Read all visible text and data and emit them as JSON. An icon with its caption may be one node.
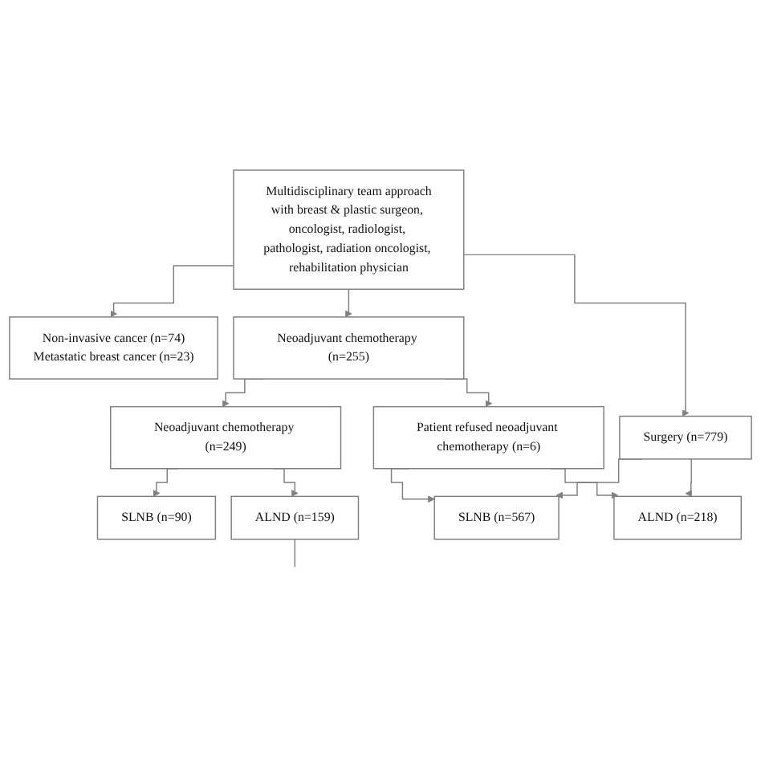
{
  "diagram": {
    "nodes": [
      {
        "text": [
          "Multidisciplinary team approach",
          "with breast & plastic surgeon, oncologist, radiologist, pathologist, radiation oncologist, rehabilitation physician"
        ]
      },
      {
        "text": [
          "Non-invasive cancer (n=74)",
          "Metastatic breast cancer (n=23)"
        ]
      },
      {
        "text": [
          "Neoadjuvant chemotherapy (n=255)"
        ]
      },
      {
        "text": [
          "Surgery (n=779)"
        ]
      },
      {
        "text": [
          "Neoadjuvant chemotherapy (n=249)"
        ]
      },
      {
        "text": [
          "Patient refused neoadjuvant chemotherapy (n=6)"
        ]
      },
      {
        "text": [
          "SLNB (n=90)"
        ]
      },
      {
        "text": [
          "ALND (n=159)"
        ]
      },
      {
        "text": [
          "SLNB (n=567)"
        ]
      },
      {
        "text": [
          "ALND (n=218)"
        ]
      }
    ],
    "edges": [
      {
        "from": 0,
        "to": 1,
        "arrow": "to"
      },
      {
        "from": 0,
        "to": 2,
        "arrow": "to"
      },
      {
        "from": 0,
        "to": 3,
        "arrow": "to"
      },
      {
        "from": 2,
        "to": 4,
        "arrow": "to"
      },
      {
        "from": 2,
        "to": 5,
        "arrow": "to"
      },
      {
        "from": 4,
        "to": 6,
        "arrow": "to"
      },
      {
        "from": 4,
        "to": 7,
        "arrow": "to"
      },
      {
        "from": 3,
        "to": 8,
        "arrow": "to"
      },
      {
        "from": 3,
        "to": 9,
        "arrow": "to"
      },
      {
        "from": 5,
        "to": 8,
        "arrow": "to"
      },
      {
        "from": 5,
        "to": 9,
        "arrow": "to"
      },
      {
        "from": 7,
        "to": null,
        "arrow": "none"
      }
    ]
  }
}
